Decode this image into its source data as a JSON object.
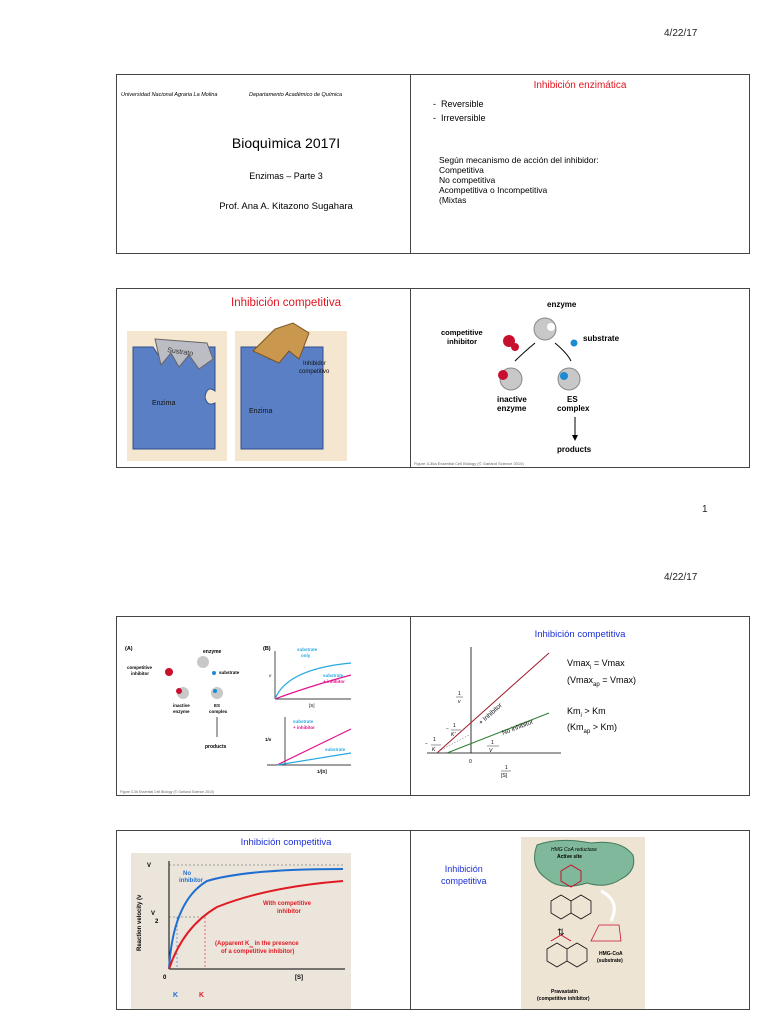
{
  "page1": {
    "date": "4/22/17",
    "page_number": "1",
    "slide1": {
      "university": "Universidad Nacional Agraria La Molina",
      "department": "Departamento Académico de Química",
      "title": "Bioquìmica 2017I",
      "subtitle": "Enzimas – Parte 3",
      "author": "Prof. Ana A. Kitazono Sugahara"
    },
    "slide2": {
      "title": "Inhibición enzimática",
      "bullets": [
        "Reversible",
        "Irreversible"
      ],
      "mechanism_heading": "Según mecanismo de acción del inhibidor:",
      "mechanisms": [
        "Competitiva",
        "No competitiva",
        "Acompetitiva o Incompetitiva",
        "(Mixtas"
      ]
    },
    "slide3": {
      "title": "Inhibición competitiva",
      "substrate_label": "Sustrato",
      "enzyme_label_1": "Enzima",
      "enzyme_label_2": "Enzima",
      "inhibitor_label_1": "Inhibidor",
      "inhibitor_label_2": "competitivo"
    },
    "slide4": {
      "enzyme": "enzyme",
      "competitive_1": "competitive",
      "competitive_2": "inhibitor",
      "substrate": "substrate",
      "inactive_1": "inactive",
      "inactive_2": "enzyme",
      "es_1": "ES",
      "es_2": "complex",
      "products": "products",
      "caption": "Figure 3-36a  Essential Cell Biology (© Garland Science 2010)"
    }
  },
  "page2": {
    "date": "4/22/17",
    "slide5": {
      "panel_a": "(A)",
      "panel_b": "(B)",
      "enzyme": "enzyme",
      "competitive_1": "competitive",
      "competitive_2": "inhibitor",
      "substrate": "substrate",
      "inactive_1": "inactive",
      "inactive_2": "enzyme",
      "es_1": "ES",
      "es_2": "complex",
      "products": "products",
      "top_label_only_1": "substrate",
      "top_label_only_2": "only",
      "top_label_inh_1": "substrate",
      "top_label_inh_2": "+ inhibitor",
      "top_xlabel": "[S]",
      "top_ylabel": "v",
      "bottom_label_inh_1": "substrate",
      "bottom_label_inh_2": "+ inhibitor",
      "bottom_label_only": "substrate",
      "bottom_xlabel": "1/[S]",
      "bottom_ylabel": "1/v",
      "caption": "Figure 3-36  Essential Cell Biology (© Garland Science 2010)"
    },
    "slide6": {
      "title": "Inhibición competitiva",
      "eq1_a": "Vmax",
      "eq1_b": "i",
      "eq1_c": " =  Vmax",
      "eq2_a": "(Vmax",
      "eq2_b": "ap",
      "eq2_c": " =  Vmax)",
      "eq3_a": "Km",
      "eq3_b": "i",
      "eq3_c": "  > Km",
      "eq4_a": "(Km",
      "eq4_b": "ap",
      "eq4_c": " > Km)",
      "line_inhibitor": "+ Inhibitor",
      "line_no_inhibitor": "No inhibitor",
      "yaxis_num": "1",
      "yaxis_den": "v",
      "xaxis_num": "1",
      "xaxis_den": "[S]",
      "origin": "0",
      "neg_kmi_num": "1",
      "neg_kmi_den": "K'",
      "neg_km_num": "1",
      "neg_km_den": "K",
      "vmax_num": "1",
      "vmax_den": "V"
    },
    "slide7": {
      "title": "Inhibición competitiva",
      "ylabel": "Reaction velocity (v",
      "vmax": "V",
      "vmax_half": "V",
      "no_inhibitor_1": "No",
      "no_inhibitor_2": "inhibitor",
      "with_inhibitor_1": "With competitive",
      "with_inhibitor_2": "inhibitor",
      "apparent_1": "(Apparent K",
      "apparent_2": " in the presence",
      "apparent_3": "of a competitive inhibitor)",
      "xlabel": "[S]",
      "zero": "0",
      "km1": "K",
      "km2": "K"
    },
    "slide8": {
      "title_1": "Inhibición",
      "title_2": "competitiva",
      "enzyme_label_1": "HMG CoA reductase",
      "enzyme_label_2": "Active site",
      "hmg_label_1": "HMG-CoA",
      "hmg_label_2": "(substrate)",
      "prava_label_1": "Pravastatin",
      "prava_label_2": "(competitive inhibitor)"
    }
  },
  "colors": {
    "red_title": "#e0141e",
    "blue_title": "#1b2fd6",
    "curve_blue": "#1f6fd1",
    "curve_red": "#e01b24"
  }
}
